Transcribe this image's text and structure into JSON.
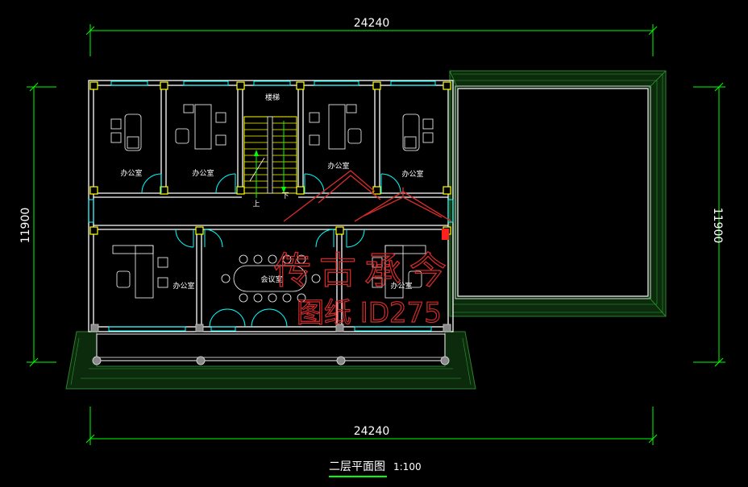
{
  "dimensions": {
    "top_width": "24240",
    "bottom_width": "24240",
    "left_depth": "11900",
    "right_depth": "11900"
  },
  "rooms": {
    "office": "办公室",
    "stairwell": "楼梯",
    "meeting_room": "会议室",
    "stair_up": "上",
    "stair_down": "下"
  },
  "watermark": {
    "brand": "传古承今",
    "drawing_id": "图纸 ID275"
  },
  "title_block": {
    "title": "二层平面图",
    "scale": "1:100"
  },
  "colors": {
    "background": "#000000",
    "wall": "#ffffff",
    "window": "#00ffff",
    "dimension": "#00ff00",
    "column": "#ffff00",
    "stair": "#ffff00",
    "roof_edge": "#2f7f2f",
    "watermark": "#d22b2b",
    "title_underline": "#00ff00"
  }
}
